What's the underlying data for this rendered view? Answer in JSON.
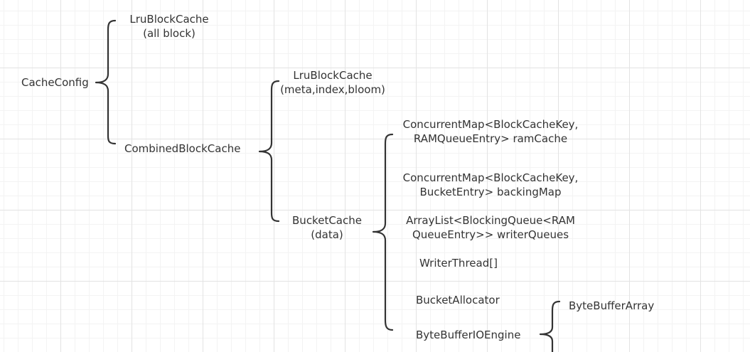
{
  "nodes": {
    "cache_config": "CacheConfig",
    "lru_block_cache_all": {
      "line1": "LruBlockCache",
      "line2": "(all block)"
    },
    "combined_block_cache": "CombinedBlockCache",
    "lru_block_cache_meta": {
      "line1": "LruBlockCache",
      "line2": "(meta,index,bloom)"
    },
    "bucket_cache": {
      "line1": "BucketCache",
      "line2": "(data)"
    },
    "ram_cache": {
      "line1": "ConcurrentMap<BlockCacheKey,",
      "line2": "RAMQueueEntry> ramCache"
    },
    "backing_map": {
      "line1": "ConcurrentMap<BlockCacheKey,",
      "line2": "BucketEntry> backingMap"
    },
    "writer_queues": {
      "line1": "ArrayList<BlockingQueue<RAM",
      "line2": "QueueEntry>> writerQueues"
    },
    "writer_thread": "WriterThread[]",
    "bucket_allocator": "BucketAllocator",
    "byte_buffer_io_engine": "ByteBufferIOEngine",
    "byte_buffer_array": "ByteBufferArray"
  },
  "colors": {
    "text": "#333333",
    "brace": "#333333",
    "grid_major": "#e3e3e3",
    "grid_minor": "#f3f3f3"
  }
}
